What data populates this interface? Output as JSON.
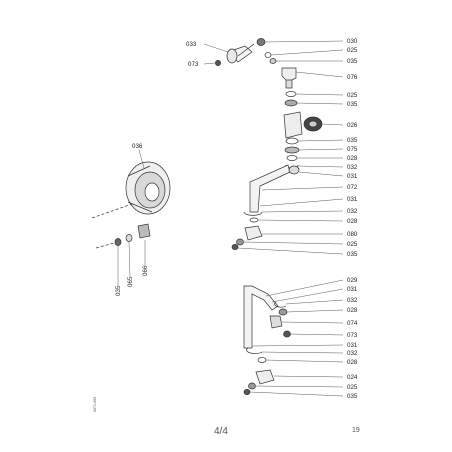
{
  "labels": {
    "l033a": "033",
    "l073a": "073",
    "l030": "030",
    "l025a": "025",
    "l035a": "035",
    "l076": "076",
    "l025b": "025",
    "l035b": "035",
    "l026": "026",
    "l035c": "035",
    "l075": "075",
    "l028a": "028",
    "l032a": "032",
    "l031a": "031",
    "l072": "072",
    "l031b": "031",
    "l032b": "032",
    "l028b": "028",
    "l080": "080",
    "l025c": "025",
    "l035d": "035",
    "l029": "029",
    "l031c": "031",
    "l032c": "032",
    "l028c": "028",
    "l074": "074",
    "l073b": "073",
    "l031d": "031",
    "l032d": "032",
    "l028d": "028",
    "l024": "024",
    "l025d": "025",
    "l035e": "035",
    "l036a": "036",
    "l035f": "035",
    "l065": "065",
    "l066": "066"
  },
  "footer": {
    "page_indicator": "4/4",
    "page_number": "19",
    "side_code": "6871-005"
  }
}
